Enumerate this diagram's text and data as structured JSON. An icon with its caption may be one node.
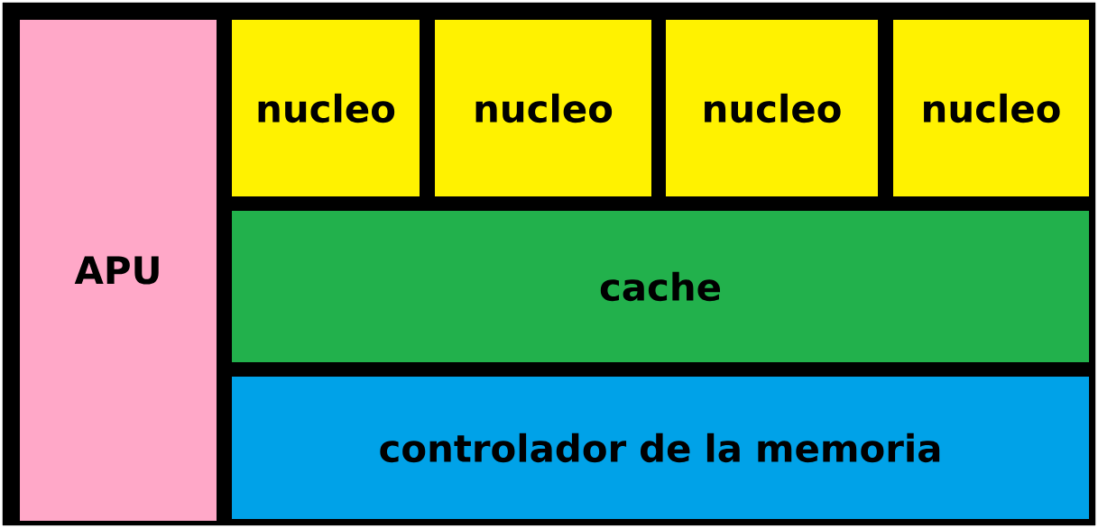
{
  "diagram": {
    "nodes": [
      {
        "text": [],
        "shape": "box"
      },
      {
        "text": [
          "APU"
        ],
        "in": 0
      },
      {
        "text": [
          "nucleo"
        ],
        "in": 0
      },
      {
        "text": [
          "nucleo"
        ],
        "in": 0
      },
      {
        "text": [
          "nucleo"
        ],
        "in": 0
      },
      {
        "text": [
          "nucleo"
        ],
        "in": 0
      },
      {
        "text": [
          "cache"
        ],
        "in": 0
      },
      {
        "text": [
          "controlador de la memoria"
        ],
        "in": 0
      }
    ]
  }
}
